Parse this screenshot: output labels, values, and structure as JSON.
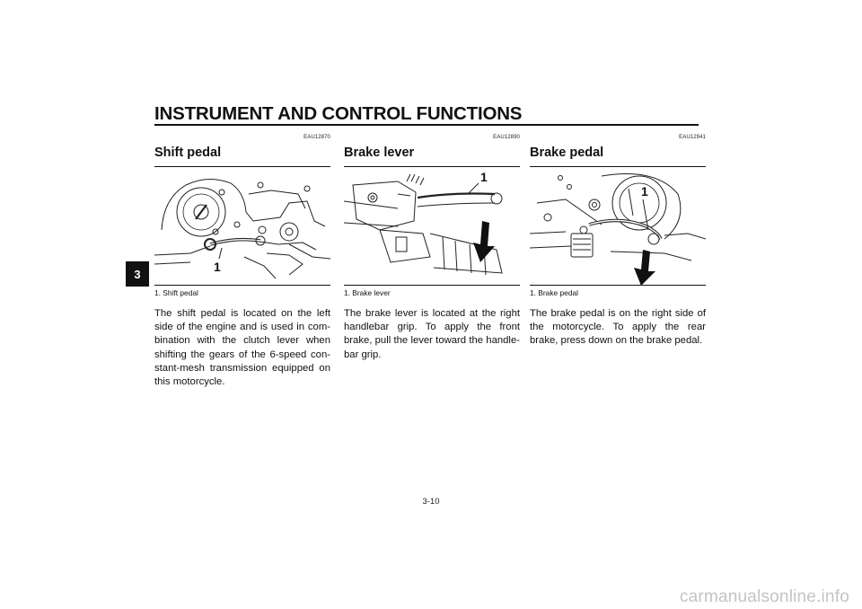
{
  "header": {
    "title": "INSTRUMENT AND CONTROL FUNCTIONS",
    "chapter_tab": "3"
  },
  "sections": [
    {
      "code": "EAU12870",
      "title": "Shift pedal",
      "figure_callout": "1",
      "caption": "1. Shift pedal",
      "body": "The shift pedal is located on the left side of the engine and is used in com-bination with the clutch lever when shifting the gears of the 6-speed con-stant-mesh transmission equipped on this motorcycle."
    },
    {
      "code": "EAU12890",
      "title": "Brake lever",
      "figure_callout": "1",
      "caption": "1. Brake lever",
      "body": "The brake lever is located at the right handlebar grip. To apply the front brake, pull the lever toward the handle-bar grip."
    },
    {
      "code": "EAU12941",
      "title": "Brake pedal",
      "figure_callout": "1",
      "caption": "1. Brake pedal",
      "body": "The brake pedal is on the right side of the motorcycle. To apply the rear brake, press down on the brake pedal."
    }
  ],
  "footer": {
    "page_number": "3-10"
  },
  "watermark": "carmanualsonline.info"
}
